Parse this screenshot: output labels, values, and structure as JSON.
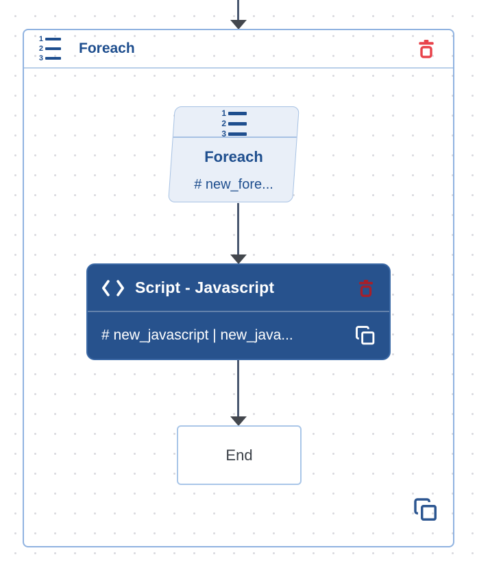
{
  "icons": {
    "numbered_list": {
      "digits": [
        "1",
        "2",
        "3"
      ]
    }
  },
  "colors": {
    "brand_blue": "#1e4e8e",
    "script_node_blue": "#27528d",
    "container_border_blue": "#8fb2e0",
    "card_fill": "#e9eff8",
    "trash_red": "#e8434b",
    "trash_dark_red": "#a81f29",
    "arrow_line": "#4a5870",
    "dot_grid": "#d9d9de"
  },
  "foreach_container": {
    "title": "Foreach"
  },
  "foreach_node": {
    "title": "Foreach",
    "subtitle": "# new_fore..."
  },
  "script_node": {
    "title": "Script - Javascript",
    "subtitle": "# new_javascript | new_java..."
  },
  "end_node": {
    "label": "End"
  }
}
